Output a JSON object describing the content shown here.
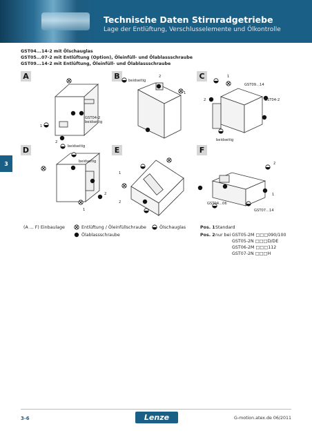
{
  "header": {
    "title": "Technische Daten Stirnradgetriebe",
    "subtitle": "Lage der Entlüftung, Verschlusselemente und Ölkontrolle"
  },
  "intro_lines": [
    "GST04...14-2 mit Ölschauglas",
    "GST05...07-2 mit Entlüftung (Option), Öleinfüll- und Ölablassschraube",
    "GST09...14-2 mit Entlüftung, Öleinfüll- und Ölablassschraube"
  ],
  "side_tab": "3",
  "panels": [
    "A",
    "B",
    "C",
    "D",
    "E",
    "F"
  ],
  "diagram_text": {
    "beidseitig": "beidseitig",
    "gst04_2_beidseitig_l1": "GST04-2",
    "gst04_2_beidseitig_l2": "beidseitig",
    "gst09_14": "GST09...14",
    "gst04_2": "GST04-2",
    "gst04_06": "GST04...06",
    "gst07_14": "GST07...14",
    "n1": "1",
    "n2": "2"
  },
  "legend": {
    "mounting": "(A ... F) Einbaulage",
    "vent": "Entlüftung / Öleinfüllschraube",
    "sightglass": "Ölschauglas",
    "drain": "Ölablassschraube",
    "pos1_label": "Pos. 1",
    "pos1_value": "Standard",
    "pos2_label": "Pos. 2",
    "pos2_prefix": "nur bei",
    "pos2_models": [
      "GST05-2M □□□090/100",
      "GST05-2N □□□D/DE",
      "GST06-2M □□□112",
      "GST07-2N □□□H"
    ]
  },
  "footer": {
    "page": "3-6",
    "logo": "Lenze",
    "doc": "G-motion.atex.de 06/2011"
  }
}
